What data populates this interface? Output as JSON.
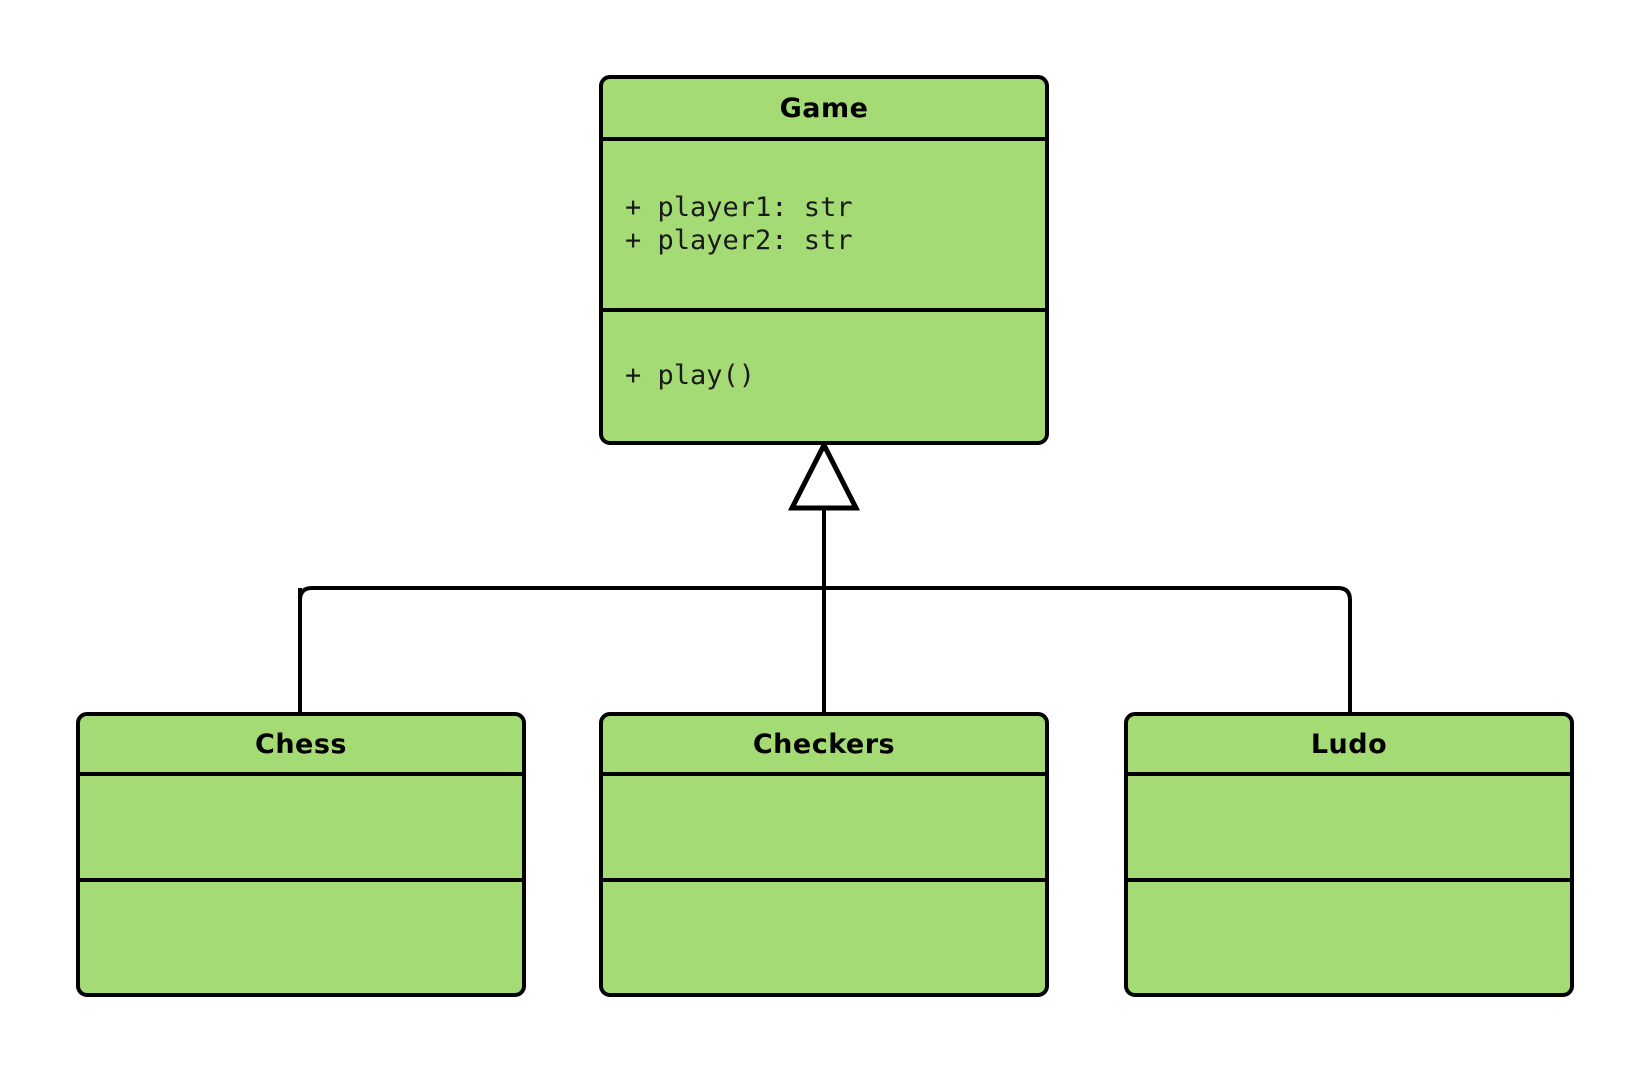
{
  "diagram": {
    "type": "uml-class-diagram",
    "background_color": "#ffffff",
    "class_fill_color": "#a5db74",
    "stroke_color": "#000000",
    "classes": [
      {
        "id": "game",
        "name": "Game",
        "attributes": [
          "+ player1: str",
          "+ player2: str"
        ],
        "methods": [
          "+ play()"
        ]
      },
      {
        "id": "chess",
        "name": "Chess",
        "attributes": [],
        "methods": []
      },
      {
        "id": "checkers",
        "name": "Checkers",
        "attributes": [],
        "methods": []
      },
      {
        "id": "ludo",
        "name": "Ludo",
        "attributes": [],
        "methods": []
      }
    ],
    "relationships": [
      {
        "kind": "generalization",
        "from": "chess",
        "to": "game",
        "arrow": "hollow-triangle"
      },
      {
        "kind": "generalization",
        "from": "checkers",
        "to": "game",
        "arrow": "hollow-triangle"
      },
      {
        "kind": "generalization",
        "from": "ludo",
        "to": "game",
        "arrow": "hollow-triangle"
      }
    ]
  },
  "game": {
    "title": "Game",
    "attr1": "+ player1: str",
    "attr2": "+ player2: str",
    "method1": "+ play()"
  },
  "chess": {
    "title": "Chess"
  },
  "checkers": {
    "title": "Checkers"
  },
  "ludo": {
    "title": "Ludo"
  }
}
